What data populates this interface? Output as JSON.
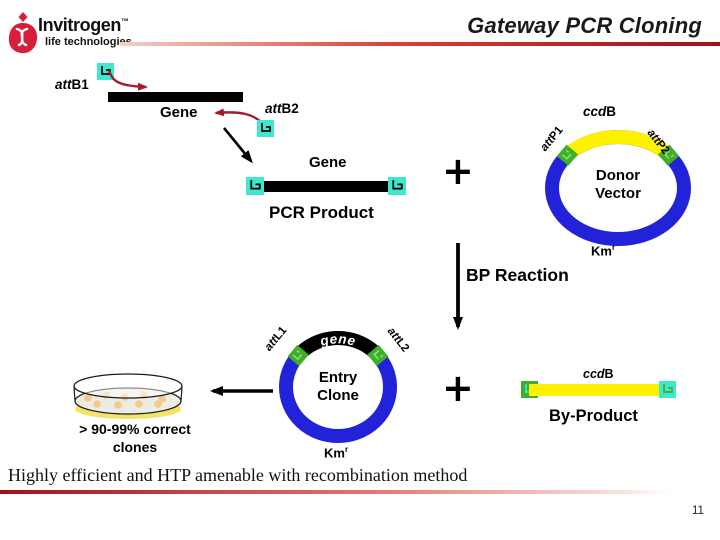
{
  "slide": {
    "title": "Gateway PCR Cloning",
    "page_number": "11"
  },
  "logo": {
    "brand": "Invitrogen",
    "trademark": "™",
    "tagline": "life technologies"
  },
  "labels": {
    "attb1": {
      "att": "att",
      "site": "B1"
    },
    "attb2": {
      "att": "att",
      "site": "B2"
    },
    "gene_top": "Gene",
    "gene_pcr": "Gene",
    "pcr_product": "PCR Product",
    "plus_top": "+",
    "plus_bottom": "+",
    "bp_reaction": "BP Reaction"
  },
  "donor_vector": {
    "ccd": "ccd",
    "b": "B",
    "attp1": {
      "att": "att",
      "site": "P1"
    },
    "attp2": {
      "att": "att",
      "site": "P2"
    },
    "line1": "Donor",
    "line2": "Vector",
    "km": "Km",
    "km_sup": "r"
  },
  "entry_clone": {
    "gene": "gene",
    "attl1": {
      "att": "att",
      "site": "L1"
    },
    "attl2": {
      "att": "att",
      "site": "L2"
    },
    "line1": "Entry",
    "line2": "Clone",
    "km": "Km",
    "km_sup": "r"
  },
  "by_product": {
    "ccd": "ccd",
    "b": "B",
    "label": "By-Product"
  },
  "plate": {
    "line1": "> 90-99% correct",
    "line2": "clones"
  },
  "footer": {
    "statement": "Highly efficient and HTP amenable with recombination method"
  },
  "colors": {
    "teal": "#3EE8CE",
    "blue": "#2222D8",
    "yellow": "#FFF200",
    "green": "#3FAE2A",
    "greenLight": "#8CE06E",
    "arrowRed": "#A51B2C",
    "logoRed": "#D6203B",
    "lineRedDark": "#A50E1C",
    "lineRedLight": "#F3CFC5"
  }
}
